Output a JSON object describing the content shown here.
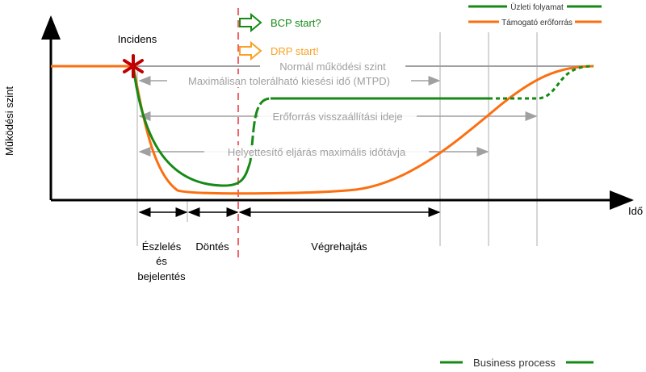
{
  "legend": {
    "business": "Üzleti folyamat",
    "resource": "Támogató erőforrás"
  },
  "labels": {
    "incident": "Incidens",
    "y_axis": "Működési szint",
    "x_axis": "Idő",
    "bcp": "BCP start?",
    "drp": "DRP start!",
    "normal": "Normál működési szint",
    "mtpd": "Maximálisan tolerálható kiesési idő (MTPD)",
    "restore": "Erőforrás visszaállítási ideje",
    "substitute": "Helyettesítő eljárás maximális időtávja",
    "detect1": "Észlelés",
    "detect2": "és",
    "detect3": "bejelentés",
    "decision": "Döntés",
    "execution": "Végrehajtás",
    "business_process": "Business process"
  },
  "colors": {
    "green": "#168a16",
    "orange": "#fb6f10",
    "gray": "#a0a0a0",
    "red": "#e8323c",
    "star": "#c00000",
    "drp": "#f7a226"
  }
}
